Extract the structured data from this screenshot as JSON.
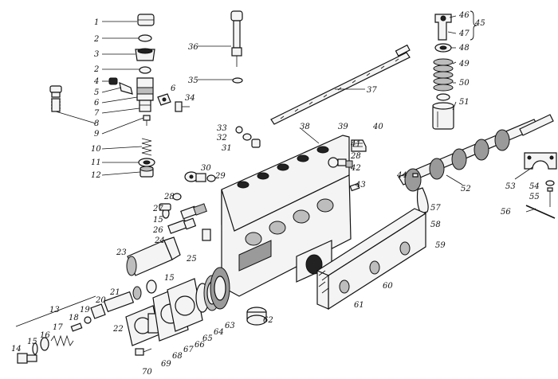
{
  "figure": {
    "labels": [
      "1",
      "2",
      "3",
      "2",
      "4",
      "5",
      "6",
      "7",
      "8",
      "9",
      "10",
      "11",
      "12",
      "6",
      "34",
      "36",
      "35",
      "37",
      "33",
      "32",
      "31",
      "38",
      "39",
      "40",
      "41",
      "28",
      "42",
      "43",
      "44",
      "45",
      "46",
      "47",
      "48",
      "49",
      "50",
      "51",
      "52",
      "53",
      "54",
      "55",
      "56",
      "57",
      "58",
      "59",
      "60",
      "61",
      "62",
      "63",
      "64",
      "65",
      "66",
      "67",
      "68",
      "69",
      "70",
      "13",
      "14",
      "15",
      "16",
      "17",
      "18",
      "19",
      "20",
      "21",
      "22",
      "23",
      "24",
      "25",
      "26",
      "15",
      "27",
      "28",
      "29",
      "30",
      "15"
    ]
  }
}
